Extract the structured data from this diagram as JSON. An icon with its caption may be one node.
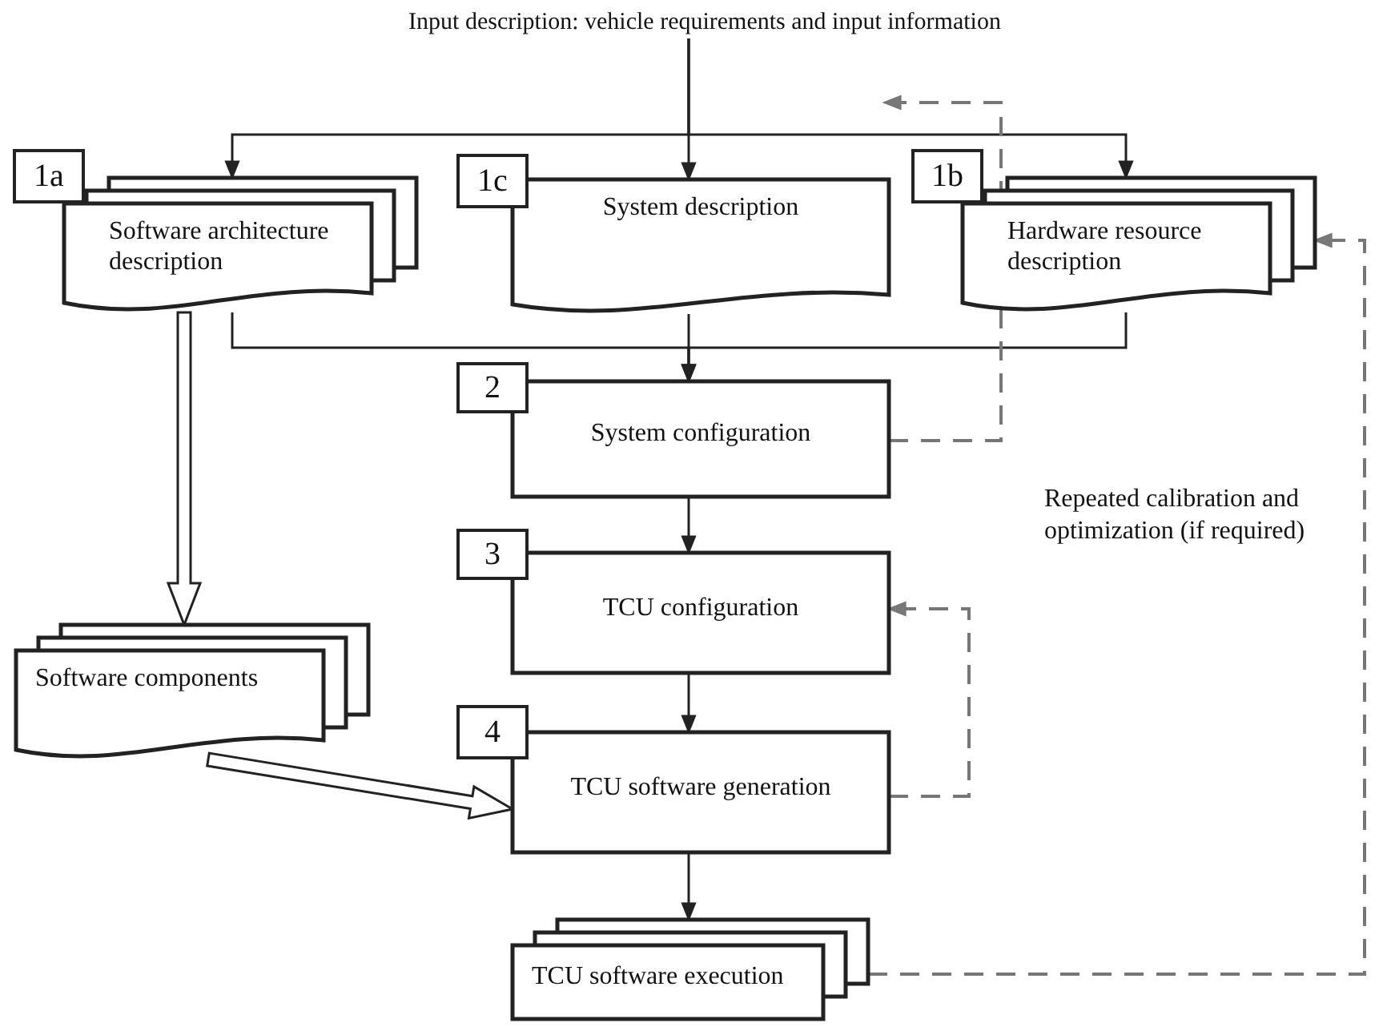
{
  "diagram": {
    "nodes": [
      {
        "text": [
          "Input description: vehicle requirements and input information"
        ]
      },
      {
        "text": [
          "1a",
          "Software architecture description"
        ]
      },
      {
        "text": [
          "1c",
          "System description"
        ]
      },
      {
        "text": [
          "1b",
          "Hardware resource description"
        ]
      },
      {
        "text": [
          "2",
          "System configuration"
        ]
      },
      {
        "text": [
          "3",
          "TCU configuration"
        ]
      },
      {
        "text": [
          "Software components"
        ]
      },
      {
        "text": [
          "4",
          "TCU software generation"
        ]
      },
      {
        "text": [
          "TCU software execution"
        ]
      }
    ],
    "edges": [
      {
        "from": 0,
        "to": 1,
        "arrow": "to"
      },
      {
        "from": 0,
        "to": 2,
        "arrow": "to"
      },
      {
        "from": 0,
        "to": 3,
        "arrow": "to"
      },
      {
        "from": 1,
        "to": 4,
        "arrow": "to"
      },
      {
        "from": 2,
        "to": 4,
        "arrow": "to"
      },
      {
        "from": 3,
        "to": 4,
        "arrow": "to"
      },
      {
        "from": 4,
        "to": 5,
        "arrow": "to"
      },
      {
        "from": 5,
        "to": 7,
        "arrow": "to"
      },
      {
        "from": 7,
        "to": 8,
        "arrow": "to"
      },
      {
        "from": 1,
        "to": 6,
        "arrow": "to",
        "style": "thick"
      },
      {
        "from": 6,
        "to": 7,
        "arrow": "to",
        "style": "thick"
      },
      {
        "from": 4,
        "to": null,
        "arrow": "to",
        "style": "dashed",
        "color": "#777777"
      },
      {
        "from": 7,
        "to": 5,
        "arrow": "to",
        "style": "dashed",
        "color": "#777777"
      },
      {
        "from": 8,
        "to": 3,
        "arrow": "to",
        "style": "dashed",
        "color": "#777777"
      }
    ],
    "labels": [
      "Repeated calibration and optimization (if required)"
    ]
  }
}
